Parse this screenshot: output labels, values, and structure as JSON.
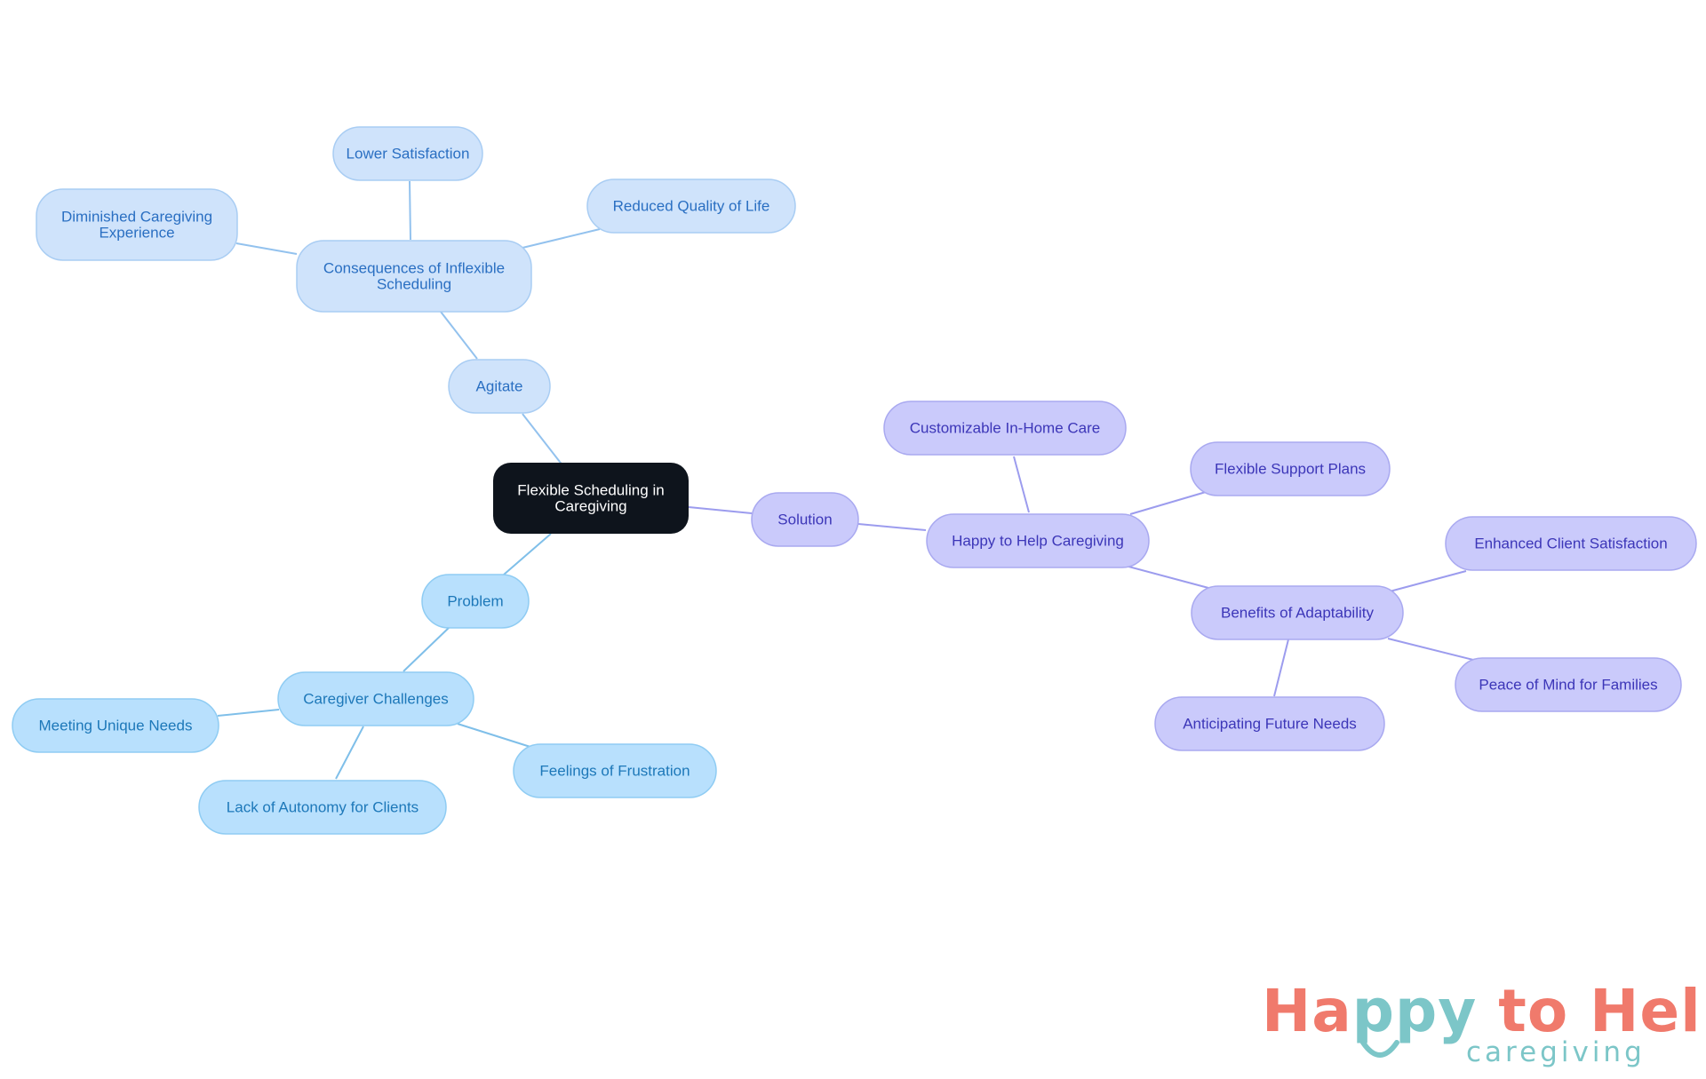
{
  "diagram": {
    "center": {
      "label": [
        "Flexible Scheduling in",
        "Caregiving"
      ]
    },
    "branches": {
      "agitate": {
        "label": "Agitate",
        "consequences": {
          "label": [
            "Consequences of Inflexible",
            "Scheduling"
          ],
          "children": [
            "Lower Satisfaction",
            "Reduced Quality of Life",
            [
              "Diminished Caregiving",
              "Experience"
            ]
          ]
        }
      },
      "problem": {
        "label": "Problem",
        "challenges": {
          "label": "Caregiver Challenges",
          "children": [
            "Meeting Unique Needs",
            "Lack of Autonomy for Clients",
            "Feelings of Frustration"
          ]
        }
      },
      "solution": {
        "label": "Solution",
        "company": {
          "label": "Happy to Help Caregiving",
          "children": [
            "Customizable In-Home Care",
            "Flexible Support Plans"
          ],
          "benefits": {
            "label": "Benefits of Adaptability",
            "children": [
              "Enhanced Client Satisfaction",
              "Peace of Mind for Families",
              "Anticipating Future Needs"
            ]
          }
        }
      }
    },
    "colors": {
      "center_fill": "#0e141c",
      "agitate_fill": "#cfe3fb",
      "agitate_stroke": "#a9cdf3",
      "agitate_text": "#2a6fc2",
      "agitate_line": "#93c2ee",
      "problem_fill": "#b8e0fd",
      "problem_stroke": "#8fccf3",
      "problem_text": "#1d78b9",
      "problem_line": "#7fbfe9",
      "solution_fill": "#cacafb",
      "solution_stroke": "#a9a9f0",
      "solution_text": "#3c36b8",
      "solution_line": "#9c9cee"
    }
  },
  "logo": {
    "line1": [
      "Ha",
      "ppy",
      " to Help"
    ],
    "line2": "caregiving",
    "colors": {
      "coral": "#f07a6c",
      "teal": "#7cc6c8"
    }
  }
}
